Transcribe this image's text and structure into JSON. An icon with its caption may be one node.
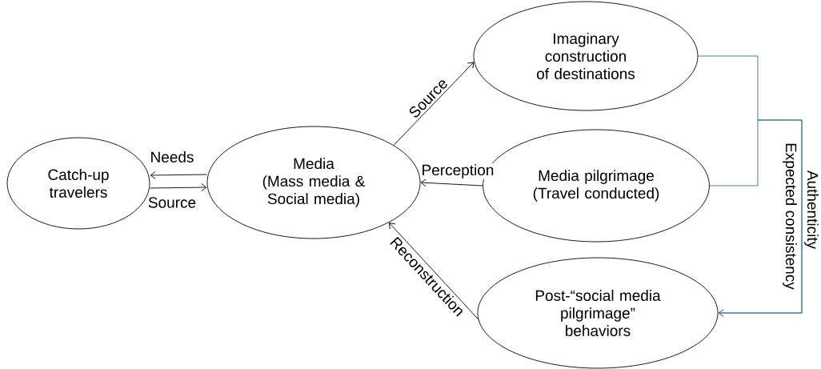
{
  "diagram": {
    "nodes": [
      {
        "text": [
          "Catch-up travelers"
        ]
      },
      {
        "text": [
          "Media",
          "(Mass media & Social media)"
        ]
      },
      {
        "text": [
          "Imaginary construction of destinations"
        ]
      },
      {
        "text": [
          "Media pilgrimage",
          "(Travel conducted)"
        ]
      },
      {
        "text": [
          "Post-“social media pilgrimage” behaviors"
        ]
      }
    ],
    "edges": [
      {
        "from": 1,
        "to": 0,
        "arrow": "to",
        "label": "Needs"
      },
      {
        "from": 0,
        "to": 1,
        "arrow": "to",
        "label": "Source"
      },
      {
        "from": 1,
        "to": 2,
        "arrow": "to",
        "label": "Source"
      },
      {
        "from": 3,
        "to": 1,
        "arrow": "to",
        "label": "Perception"
      },
      {
        "from": 4,
        "to": 1,
        "arrow": "to",
        "label": "Reconstruction"
      },
      {
        "from": 2,
        "to": 4,
        "arrow": "to",
        "color": "#2e6e9e"
      },
      {
        "from": 3,
        "to": 4,
        "arrow": "to",
        "color": "#2e6e9e"
      }
    ],
    "labels": [
      "Authenticity",
      "Expected consistency"
    ]
  }
}
